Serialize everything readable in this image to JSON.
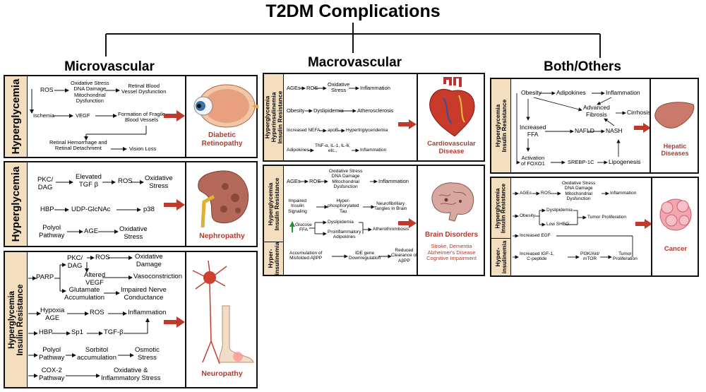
{
  "title": "T2DM Complications",
  "columns": {
    "micro": "Microvascular",
    "macro": "Macrovascular",
    "both": "Both/Others"
  },
  "retinopathy": {
    "side": "Hyperglycemia",
    "ros": "ROS",
    "ox": "Oxidative Stress\nDNA Damage\nMitochondrial\nDysfunction",
    "retinal": "Retinal Blood\nVessel Dysfunction",
    "ischemia": "Ischemia",
    "vegf": "VEGF",
    "fragile": "Formation of Fragile\nBlood Vessels",
    "hemorrhage": "Retinal Hemorrhage and\nRetinal Detachment",
    "vision": "Vision Loss",
    "label": "Diabetic\nRetinopathy"
  },
  "nephropathy": {
    "side": "Hyperglycemia",
    "pkc": "PKC/\nDAG",
    "tgf": "Elevated\nTGF β",
    "ros": "ROS",
    "ox": "Oxidative\nStress",
    "hbp": "HBP",
    "udp": "UDP-GlcNAc",
    "p38": "p38",
    "polyol": "Polyol\nPathway",
    "age": "AGE",
    "ox2": "Oxidative\nStress",
    "label": "Nephropathy"
  },
  "neuropathy": {
    "side": "Hyperglycemia\nInsulin Resistance",
    "parp": "PARP",
    "pkc": "PKC/\nDAG",
    "ros": "ROS",
    "oxdam": "Oxidative\nDamage",
    "altered": "Altered\nVEGF",
    "vaso": "Vasoconstriction",
    "glut": "Glutamate\nAccumulation",
    "impaired": "Impaired Nerve\nConductance",
    "hypoxia": "Hypoxia\nAGE",
    "ros2": "ROS",
    "inflam": "Inflammation",
    "hbp": "HBP",
    "sp1": "Sp1",
    "tgfb": "TGF-β",
    "polyol": "Polyol\nPathway",
    "sorb": "Sorbitol\naccumulation",
    "osm": "Osmotic\nStress",
    "cox": "COX-2\nPathway",
    "oxinf": "Oxidative &\nInflammatory Stress",
    "label": "Neuropathy"
  },
  "cardio": {
    "side": "Hyperglycemia\nHyperinsulinemia\nInsulin Resistance",
    "ages": "AGEs",
    "ros": "ROS",
    "ox": "Oxidative\nStress",
    "inflam": "Inflammation",
    "obesity": "Obesity",
    "dysl": "Dyslipidemia",
    "athero": "Atherosclerosis",
    "nefa": "Increased NEFA",
    "apob": "apoB",
    "hypertg": "Hypertriglyceridemia",
    "adipo": "Adipokines",
    "tnf": "TNF-α, IL-1, IL-6,\netc.,",
    "inflam2": "Inflammation",
    "label": "Cardiovascular\nDisease"
  },
  "brain": {
    "side": "Hyperglycemia\nInsulin Resistance",
    "side2": "Hyper-\ninsulinemia",
    "ages": "AGEs",
    "ros": "ROS",
    "ox": "Oxidative Stress\nDNA Damage\nMitochondrial\nDysfunction",
    "inflam": "Inflammation",
    "impaired": "Impaired\nInsulin\nSignaling",
    "hyperphos": "Hyper-\nphosphorylated\nTau",
    "tangles": "Neurofibrillary\nTangles in Brain",
    "glucose": "Glucose\nFFA",
    "dysl": "Dyslipidemia",
    "proinf": "Proinflammatory\nAdipokines",
    "athero": "Atherothrombosis",
    "accum": "Accumulation of\nMisfolded AβPP",
    "ide": "IDE gene\nDownregulation",
    "reduced": "Reduced\nClearance of\nAβPP",
    "label": "Brain Disorders",
    "sub": "Stroke, Dementia\nAlzheimer's Disease\nCognitive Impairment"
  },
  "hepatic": {
    "side": "Hyperglycemia\nInsulin Resistance",
    "obesity": "Obesity",
    "adipo": "Adipokines",
    "inflam": "Inflammation",
    "adv": "Advanced\nFibrosis",
    "cirr": "Cirrhosis",
    "ffa": "Increased\nFFA",
    "nafld": "NAFLD",
    "nash": "NASH",
    "foxo": "Activation\nof FOXO1",
    "srebp": "SREBP-1C",
    "lipo": "Lipogenesis",
    "label": "Hepatic\nDiseases"
  },
  "cancer": {
    "side": "Hyperglycemia\nInsulin Resistance",
    "side2": "Hyper-\ninsulinemia",
    "ages": "AGEs",
    "ros": "ROS",
    "ox": "Oxidative Stress\nDNA Damage\nMitochondrial\nDysfunction",
    "inflam": "Inflammation",
    "obesity": "Obesity",
    "dysl": "Dyslipidemia",
    "low": "Low SHBG",
    "tumor": "Tumor Proliferation",
    "egf": "Increased EGF",
    "igf": "Increased IGF-1,\nC-peptide",
    "pi3k": "PI3K/Akt/\nmTOR",
    "tumor2": "Tumor\nProliferation",
    "label": "Cancer"
  }
}
